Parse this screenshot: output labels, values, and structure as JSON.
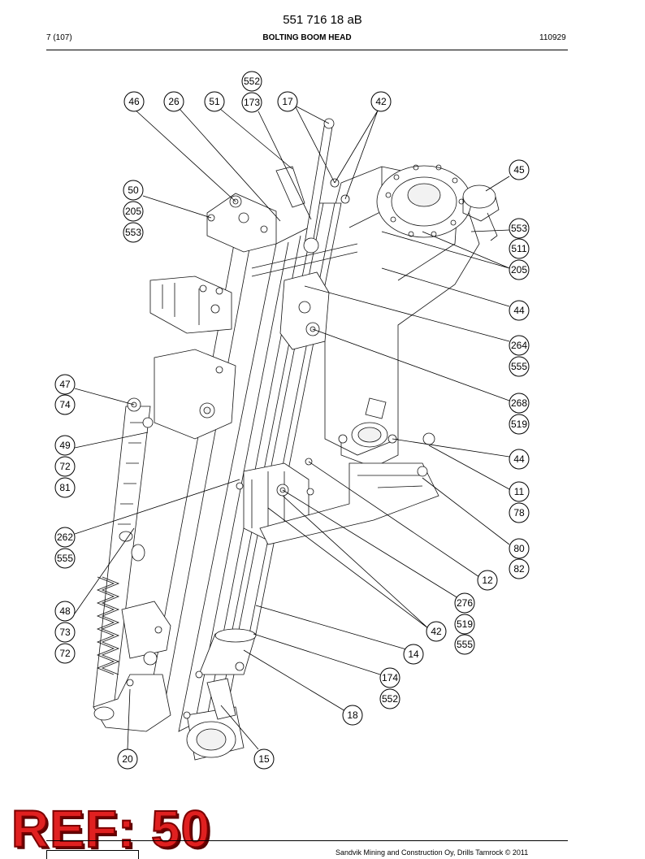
{
  "header": {
    "doc_number": "551 716 18 aB",
    "page": "7 (107)",
    "title": "BOLTING BOOM HEAD",
    "date": "110929"
  },
  "stamp": "REF: 50",
  "footer": {
    "copyright": "Sandvik Mining and Construction Oy, Drills Tamrock © 2011"
  },
  "callouts": [
    "552",
    "46",
    "26",
    "51",
    "173",
    "17",
    "42",
    "45",
    "50",
    "205",
    "553",
    "553",
    "511",
    "205",
    "44",
    "264",
    "555",
    "268",
    "519",
    "47",
    "74",
    "49",
    "72",
    "81",
    "44",
    "11",
    "78",
    "80",
    "82",
    "262",
    "555",
    "12",
    "48",
    "73",
    "72",
    "276",
    "519",
    "555",
    "42",
    "14",
    "174",
    "552",
    "18",
    "20",
    "15"
  ]
}
